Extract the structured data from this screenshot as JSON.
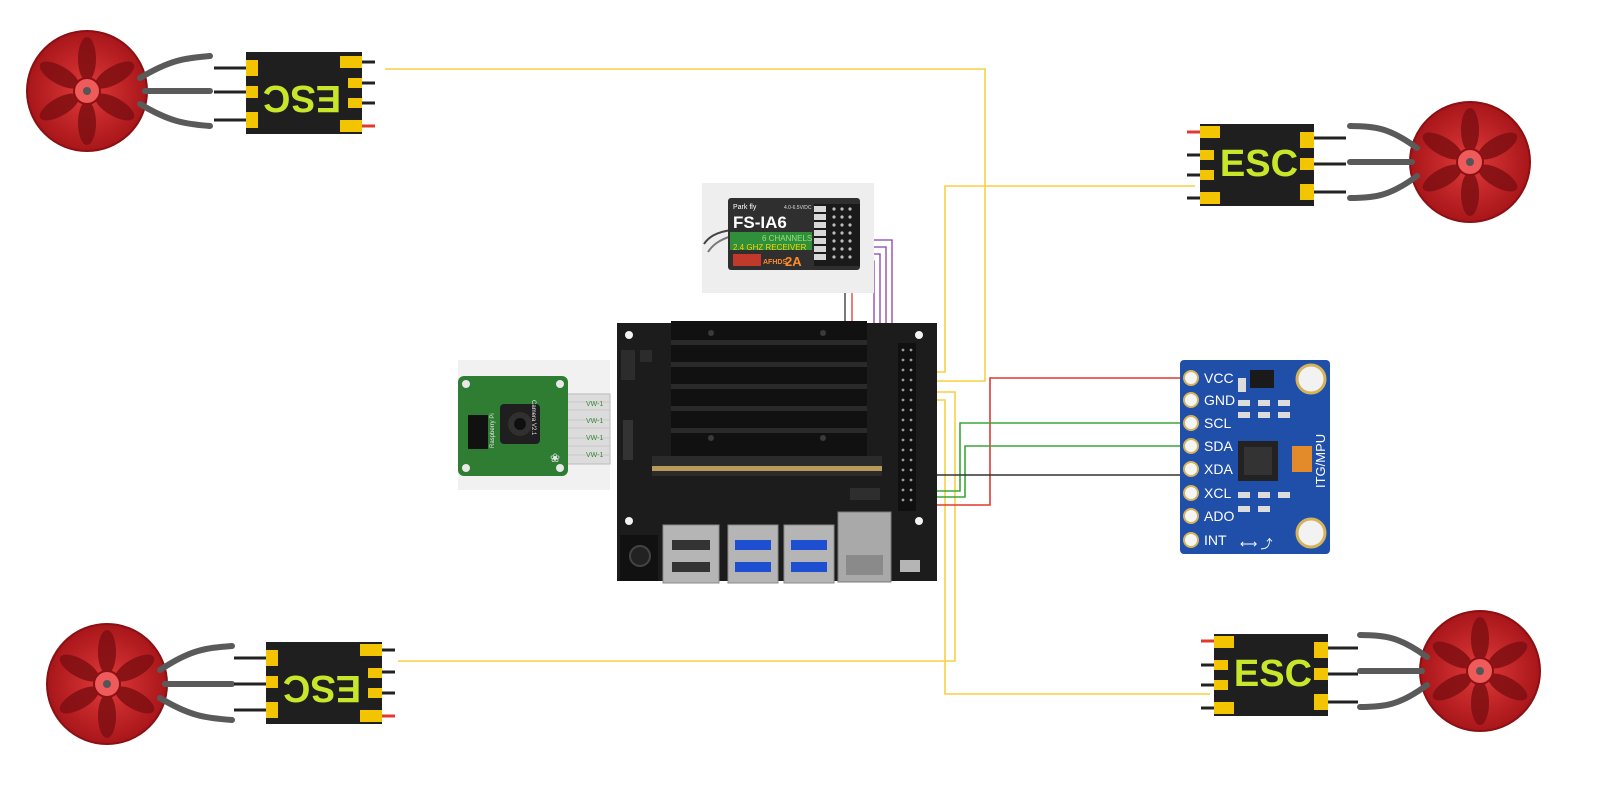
{
  "esc": {
    "label": "ESC"
  },
  "receiver": {
    "brand": "Park fly",
    "model": "FS-IA6",
    "voltage": "4.0-6.5V/DC",
    "channels": "6 CHANNELS",
    "band": "2.4 GHZ RECEIVER",
    "protocol": "AFHDS",
    "version": "2A"
  },
  "camera": {
    "title": "Camera V2.1",
    "brand": "Raspberry Pi",
    "ribbon_text": "VW-1"
  },
  "imu": {
    "pins": [
      "VCC",
      "GND",
      "SCL",
      "SDA",
      "XDA",
      "XCL",
      "ADO",
      "INT"
    ],
    "side_label": "ITG/MPU"
  },
  "wire_colors": {
    "signal": "#f5d142",
    "power": "#e03a2f",
    "ground": "#333333",
    "i2c": "#3aa63a",
    "receiver_bus": "#8b3fa8"
  },
  "colors": {
    "esc_body": "#1f1f1f",
    "esc_text": "#c8e62a",
    "esc_pads": "#f2c500",
    "motor": "#c8191d",
    "imu_board": "#1f4fa8",
    "camera_board": "#2e7d32",
    "jetson_board": "#1c1c1c"
  }
}
